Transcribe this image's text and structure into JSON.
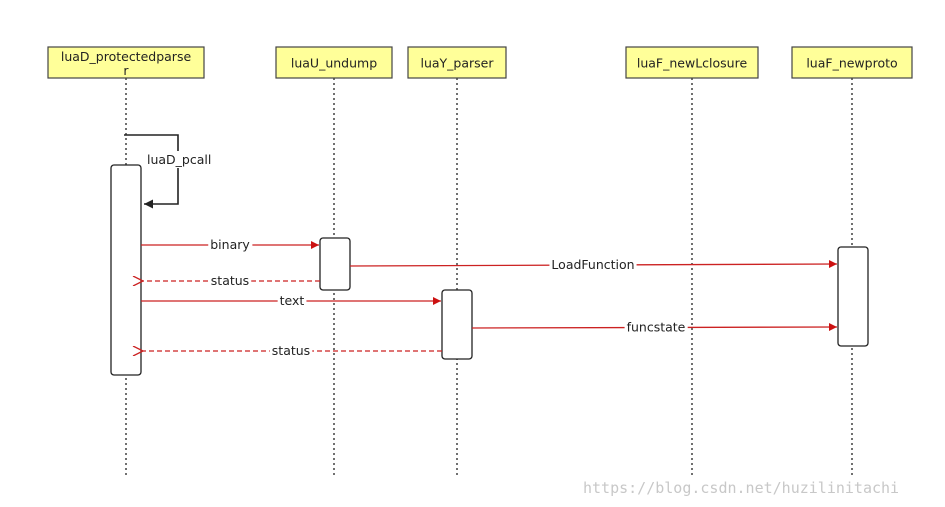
{
  "colors": {
    "actor_fill": "#ffff99",
    "actor_border": "#444444",
    "lifeline": "#333333",
    "message": "#cc2222",
    "self_call": "#222222"
  },
  "actors": [
    {
      "id": "protectedparser",
      "label_lines": [
        "luaD_protectedparse",
        "r"
      ]
    },
    {
      "id": "undump",
      "label_lines": [
        "luaU_undump"
      ]
    },
    {
      "id": "parser",
      "label_lines": [
        "luaY_parser"
      ]
    },
    {
      "id": "newlclosure",
      "label_lines": [
        "luaF_newLclosure"
      ]
    },
    {
      "id": "newproto",
      "label_lines": [
        "luaF_newproto"
      ]
    }
  ],
  "messages": [
    {
      "id": "pcall",
      "label": "luaD_pcall",
      "from": "protectedparser",
      "to": "protectedparser",
      "kind": "self"
    },
    {
      "id": "binary",
      "label": "binary",
      "from": "protectedparser",
      "to": "undump",
      "kind": "call"
    },
    {
      "id": "loadfunction",
      "label": "LoadFunction",
      "from": "undump",
      "to": "newproto",
      "kind": "call"
    },
    {
      "id": "status1",
      "label": "status",
      "from": "undump",
      "to": "protectedparser",
      "kind": "return"
    },
    {
      "id": "text",
      "label": "text",
      "from": "protectedparser",
      "to": "parser",
      "kind": "call"
    },
    {
      "id": "funcstate",
      "label": "funcstate",
      "from": "parser",
      "to": "newproto",
      "kind": "call"
    },
    {
      "id": "status2",
      "label": "status",
      "from": "parser",
      "to": "protectedparser",
      "kind": "return"
    }
  ],
  "watermark": "https://blog.csdn.net/huzilinitachi"
}
